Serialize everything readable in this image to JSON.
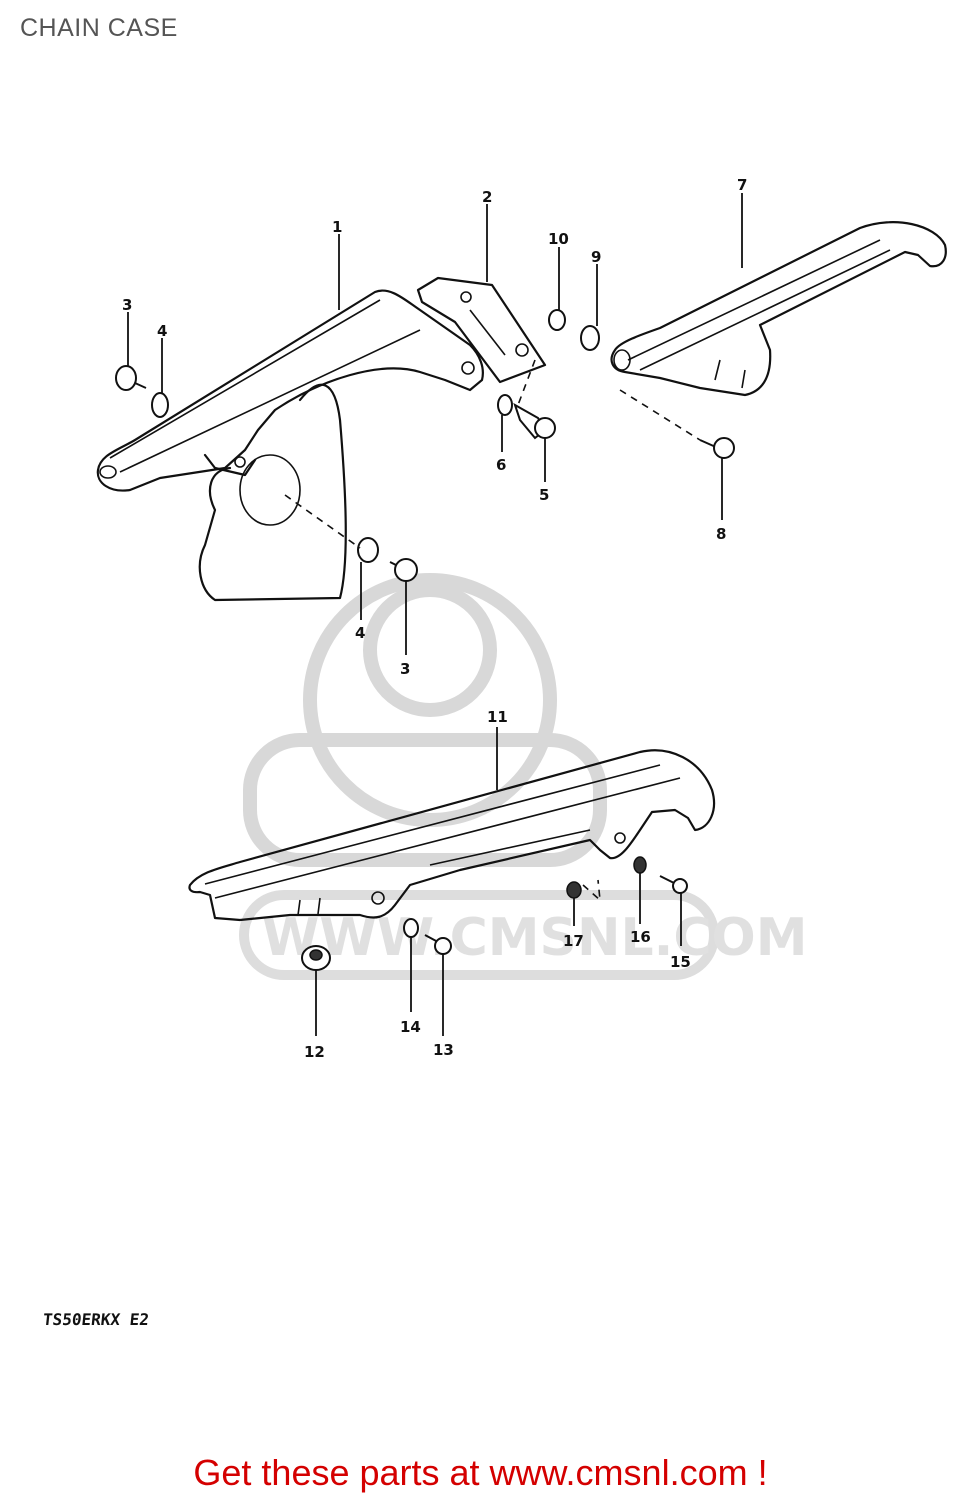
{
  "page_title": "CHAIN CASE",
  "model_code": "TS50ERKX E2",
  "footer_text": "Get these parts at www.cmsnl.com !",
  "watermark_text": "WWW.CMSNL.COM",
  "callouts": {
    "c1": "1",
    "c2": "2",
    "c3a": "3",
    "c4a": "4",
    "c5": "5",
    "c6": "6",
    "c7": "7",
    "c8": "8",
    "c9": "9",
    "c10": "10",
    "c4b": "4",
    "c3b": "3",
    "c11": "11",
    "c12": "12",
    "c13": "13",
    "c14": "14",
    "c15": "15",
    "c16": "16",
    "c17": "17"
  },
  "colors": {
    "footer": "#d40000",
    "title": "#555555",
    "watermark": "#d8d8d8"
  }
}
